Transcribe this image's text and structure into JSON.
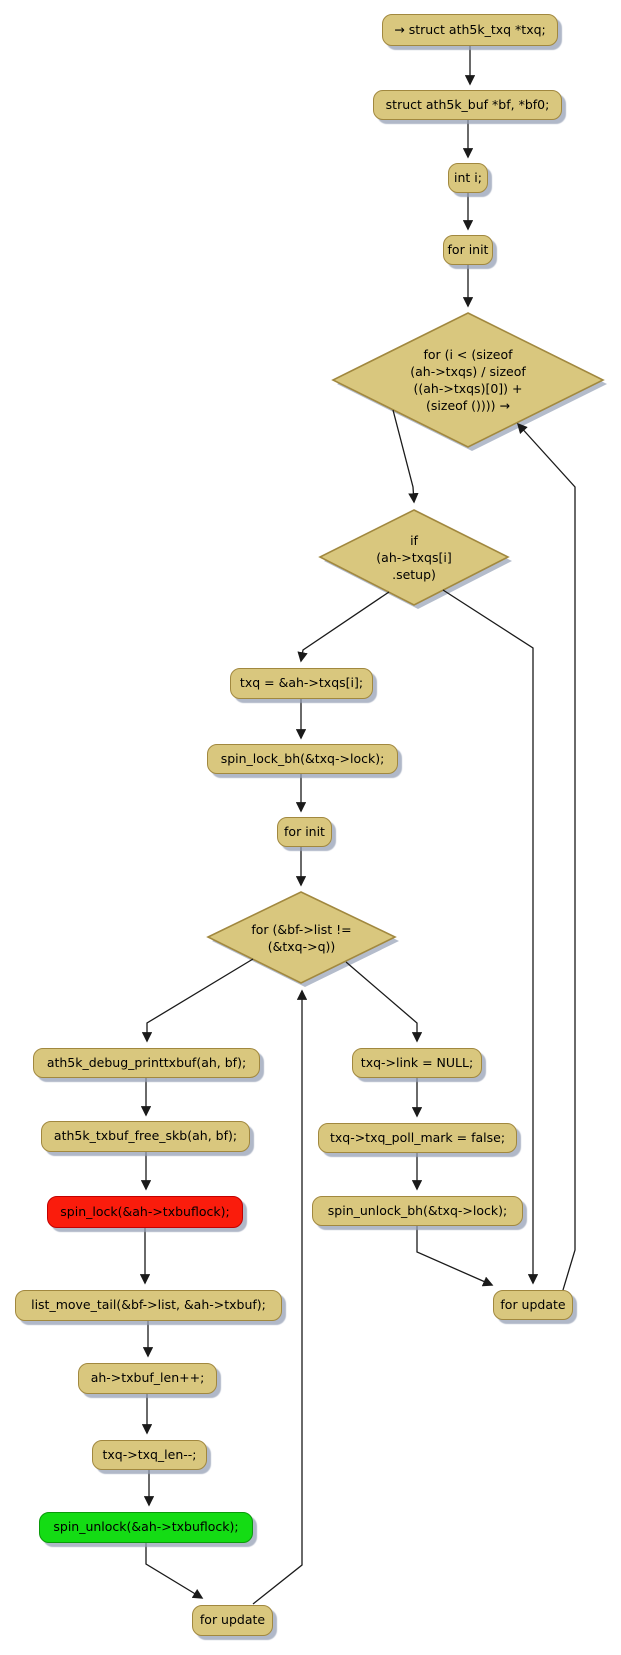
{
  "diagram": {
    "colors": {
      "node_fill": "#d9c77e",
      "node_border": "#a1883f",
      "highlight_red": "#fa1c0c",
      "highlight_green": "#14dc14",
      "edge": "#1a1a1a",
      "shadow": "#b4bccb"
    },
    "nodes": {
      "decl_txq": {
        "label": "→ struct ath5k_txq *txq;"
      },
      "decl_buf": {
        "label": "struct ath5k_buf *bf, *bf0;"
      },
      "decl_i": {
        "label": "int i;"
      },
      "outer_for_init": {
        "label": "for init"
      },
      "assign_txq": {
        "label": "txq = &ah->txqs[i];"
      },
      "spin_lock_bh": {
        "label": "spin_lock_bh(&txq->lock);"
      },
      "inner_for_init": {
        "label": "for init"
      },
      "debug_printtxbuf": {
        "label": "ath5k_debug_printtxbuf(ah, bf);"
      },
      "txbuf_free_skb": {
        "label": "ath5k_txbuf_free_skb(ah, bf);"
      },
      "spin_lock": {
        "label": "spin_lock(&ah->txbuflock);"
      },
      "list_move_tail": {
        "label": "list_move_tail(&bf->list, &ah->txbuf);"
      },
      "txbuf_len_inc": {
        "label": "ah->txbuf_len++;"
      },
      "txq_len_dec": {
        "label": "txq->txq_len--;"
      },
      "spin_unlock": {
        "label": "spin_unlock(&ah->txbuflock);"
      },
      "inner_for_update": {
        "label": "for update"
      },
      "link_null": {
        "label": "txq->link = NULL;"
      },
      "poll_mark_false": {
        "label": "txq->txq_poll_mark = false;"
      },
      "spin_unlock_bh": {
        "label": "spin_unlock_bh(&txq->lock);"
      },
      "outer_for_update": {
        "label": "for update"
      }
    },
    "decisions": {
      "outer_for": {
        "lines": [
          "for (i < (sizeof",
          "(ah->txqs) / sizeof",
          "((ah->txqs)[0]) +",
          "(sizeof ()))) →"
        ]
      },
      "if_setup": {
        "lines": [
          "if",
          "(ah->txqs[i]",
          ".setup)"
        ]
      },
      "inner_for": {
        "lines": [
          "for (&bf->list !=",
          "(&txq->q))"
        ]
      }
    }
  }
}
